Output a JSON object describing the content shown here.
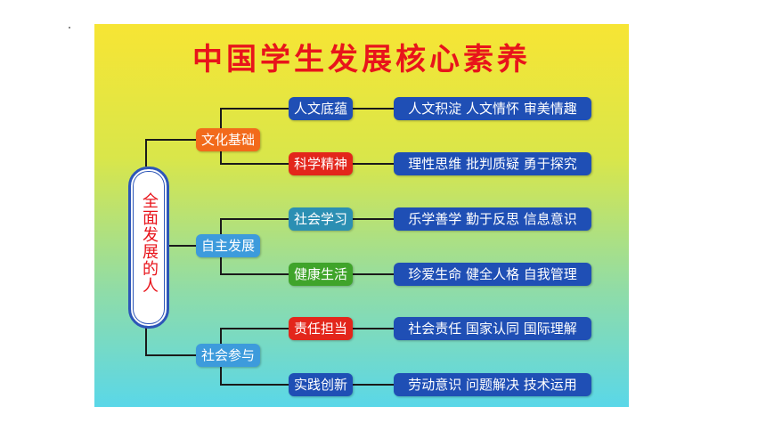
{
  "title": "中国学生发展核心素养",
  "root": "全面发展的人",
  "categories": [
    {
      "label": "文化基础",
      "color": "#f26a1b",
      "subs": [
        {
          "label": "人文底蕴",
          "color": "#1f4fb5",
          "detail": "人文积淀  人文情怀  审美情趣"
        },
        {
          "label": "科学精神",
          "color": "#e3261b",
          "detail": "理性思维  批判质疑  勇于探究"
        }
      ]
    },
    {
      "label": "自主发展",
      "color": "#3d9bdc",
      "subs": [
        {
          "label": "社会学习",
          "color": "#2b8fb3",
          "detail": "乐学善学  勤于反思  信息意识"
        },
        {
          "label": "健康生活",
          "color": "#3fa42a",
          "detail": "珍爱生命  健全人格  自我管理"
        }
      ]
    },
    {
      "label": "社会参与",
      "color": "#3d9bdc",
      "subs": [
        {
          "label": "责任担当",
          "color": "#e3261b",
          "detail": "社会责任  国家认同  国际理解"
        },
        {
          "label": "实践创新",
          "color": "#1f4fb5",
          "detail": "劳动意识  问题解决  技术运用"
        }
      ]
    }
  ]
}
